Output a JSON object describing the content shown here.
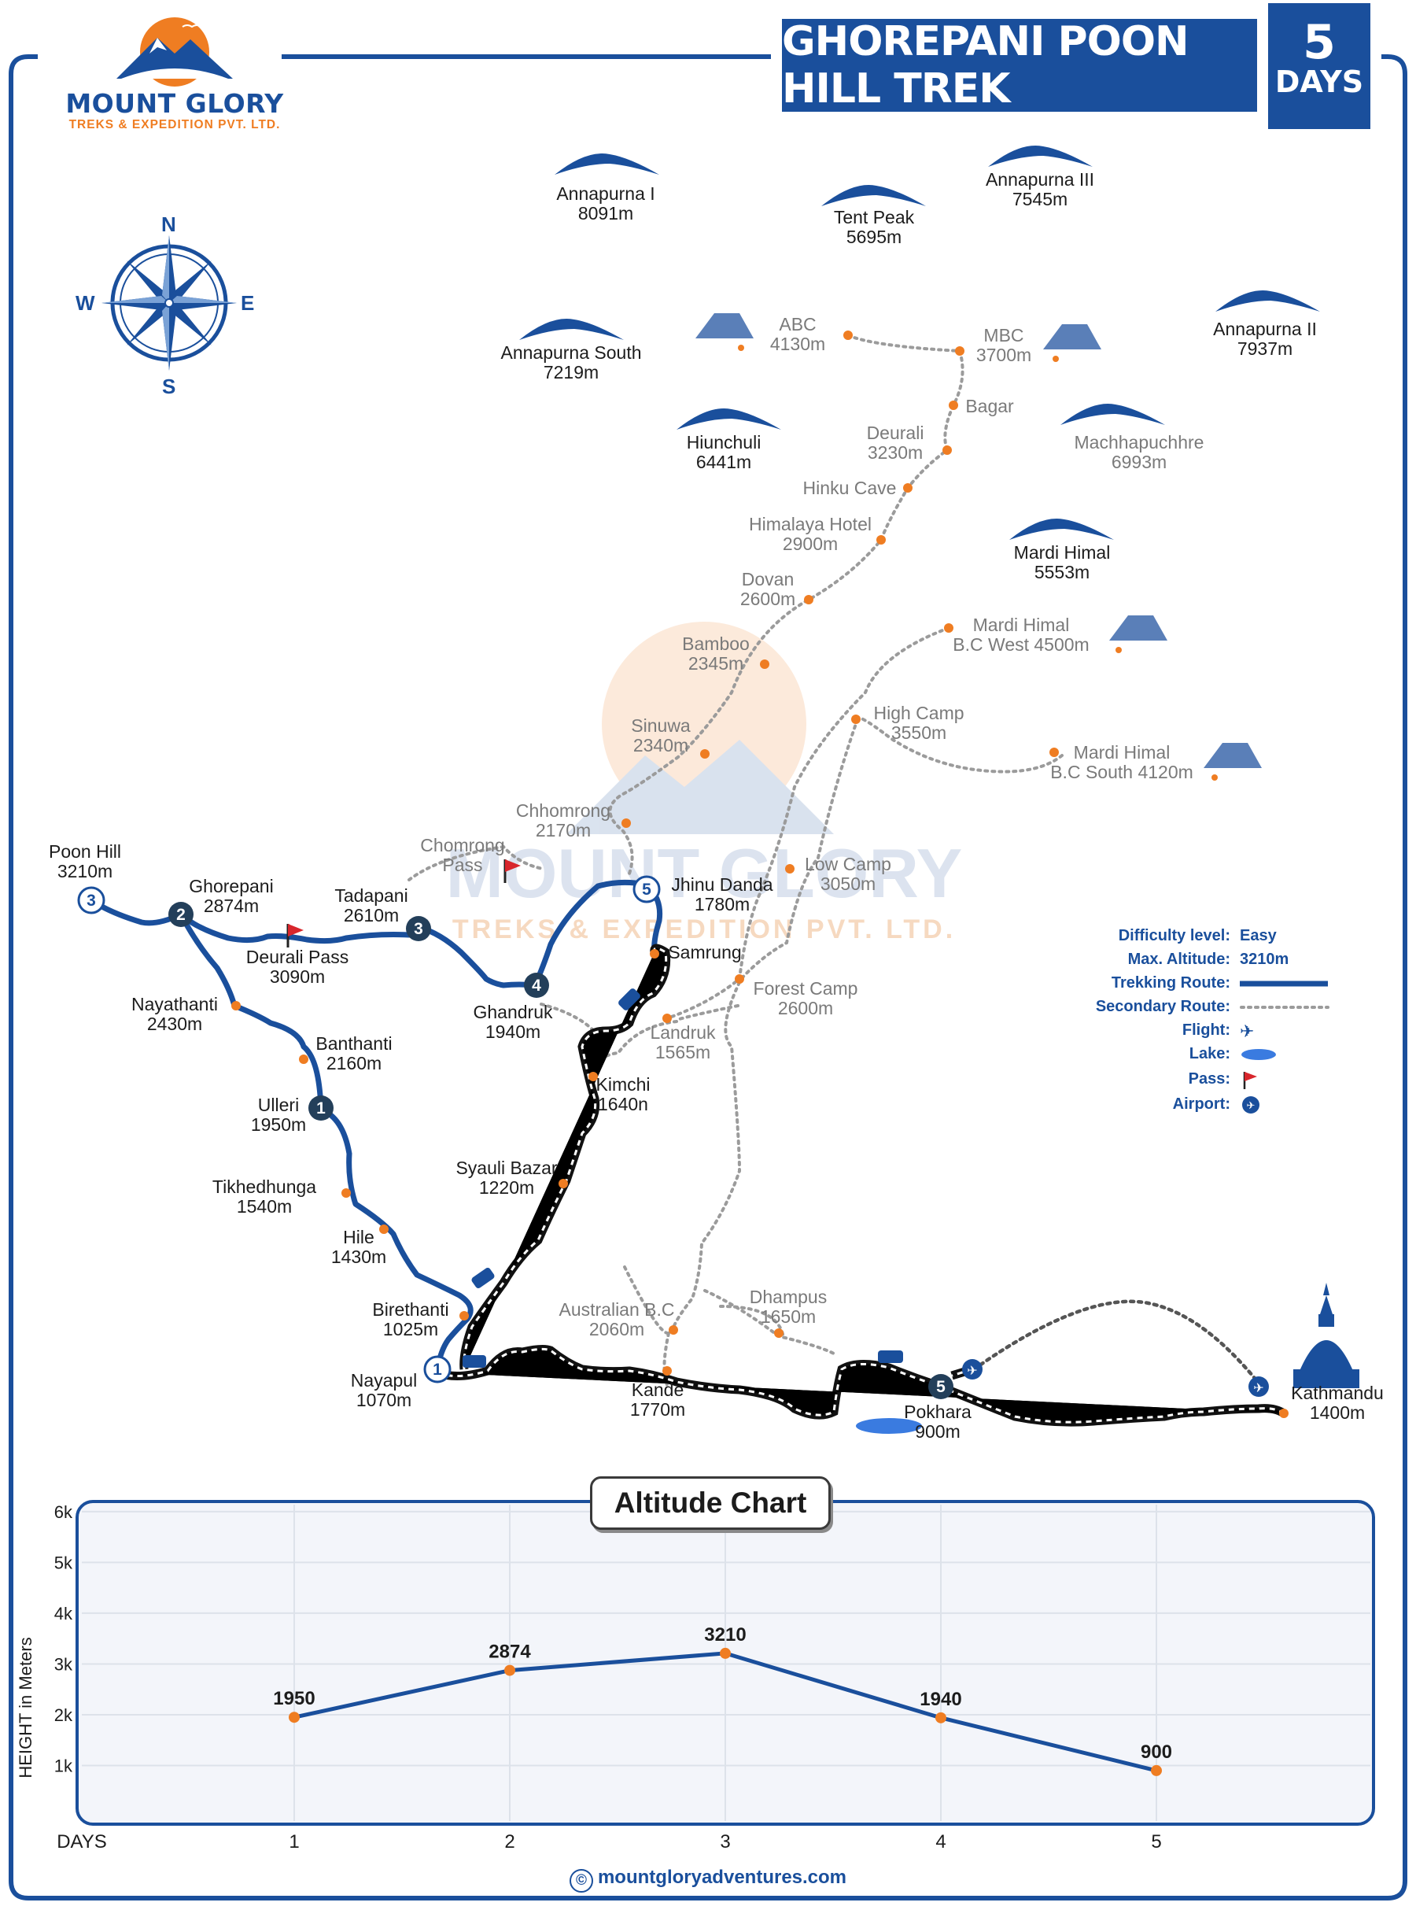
{
  "header": {
    "brand": "MOUNT GLORY",
    "brand_sub": "TREKS & EXPEDITION PVT. LTD.",
    "title": "GHOREPANI POON HILL TREK",
    "days_number": "5",
    "days_label": "DAYS"
  },
  "compass": {
    "n": "N",
    "e": "E",
    "s": "S",
    "w": "W"
  },
  "watermark": {
    "line1": "MOUNT GLORY",
    "line2": "TREKS & EXPEDITION PVT. LTD."
  },
  "mountains": [
    {
      "name": "Annapurna I",
      "alt": "8091m"
    },
    {
      "name": "Tent Peak",
      "alt": "5695m"
    },
    {
      "name": "Annapurna III",
      "alt": "7545m"
    },
    {
      "name": "Annapurna South",
      "alt": "7219m"
    },
    {
      "name": "Annapurna II",
      "alt": "7937m"
    },
    {
      "name": "Hiunchuli",
      "alt": "6441m"
    },
    {
      "name": "Machhapuchhre",
      "alt": "6993m"
    },
    {
      "name": "Mardi Himal",
      "alt": "5553m"
    }
  ],
  "trek_places": [
    {
      "name": "Poon Hill",
      "alt": "3210m"
    },
    {
      "name": "Ghorepani",
      "alt": "2874m"
    },
    {
      "name": "Deurali Pass",
      "alt": "3090m"
    },
    {
      "name": "Tadapani",
      "alt": "2610m"
    },
    {
      "name": "Ghandruk",
      "alt": "1940m"
    },
    {
      "name": "Jhinu Danda",
      "alt": "1780m"
    },
    {
      "name": "Samrung",
      "alt": ""
    },
    {
      "name": "Kimchi",
      "alt": "1640n"
    },
    {
      "name": "Syauli Bazar",
      "alt": "1220m"
    },
    {
      "name": "Nayathanti",
      "alt": "2430m"
    },
    {
      "name": "Banthanti",
      "alt": "2160m"
    },
    {
      "name": "Ulleri",
      "alt": "1950m"
    },
    {
      "name": "Tikhedhunga",
      "alt": "1540m"
    },
    {
      "name": "Hile",
      "alt": "1430m"
    },
    {
      "name": "Birethanti",
      "alt": "1025m"
    },
    {
      "name": "Nayapul",
      "alt": "1070m"
    },
    {
      "name": "Kande",
      "alt": "1770m"
    },
    {
      "name": "Pokhara",
      "alt": "900m"
    },
    {
      "name": "Kathmandu",
      "alt": "1400m"
    }
  ],
  "other_places": [
    {
      "name": "ABC",
      "alt": "4130m"
    },
    {
      "name": "MBC",
      "alt": "3700m"
    },
    {
      "name": "Bagar",
      "alt": ""
    },
    {
      "name": "Deurali",
      "alt": "3230m"
    },
    {
      "name": "Hinku Cave",
      "alt": ""
    },
    {
      "name": "Himalaya Hotel",
      "alt": "2900m"
    },
    {
      "name": "Dovan",
      "alt": "2600m"
    },
    {
      "name": "Bamboo",
      "alt": "2345m"
    },
    {
      "name": "Sinuwa",
      "alt": "2340m"
    },
    {
      "name": "Chhomrong",
      "alt": "2170m"
    },
    {
      "name": "Chomrong",
      "alt": "Pass"
    },
    {
      "name": "Mardi Himal",
      "alt": "B.C West 4500m"
    },
    {
      "name": "High Camp",
      "alt": "3550m"
    },
    {
      "name": "Mardi Himal",
      "alt": "B.C South 4120m"
    },
    {
      "name": "Low Camp",
      "alt": "3050m"
    },
    {
      "name": "Forest Camp",
      "alt": "2600m"
    },
    {
      "name": "Landruk",
      "alt": "1565m"
    },
    {
      "name": "Australian B.C",
      "alt": "2060m"
    },
    {
      "name": "Dhampus",
      "alt": "1650m"
    }
  ],
  "day_markers": [
    "3",
    "2",
    "3",
    "4",
    "5",
    "1",
    "1",
    "5"
  ],
  "legend": [
    {
      "key": "Difficulty level:",
      "value": "Easy"
    },
    {
      "key": "Max. Altitude:",
      "value": "3210m"
    },
    {
      "key": "Trekking Route:",
      "value": ""
    },
    {
      "key": "Secondary Route:",
      "value": ""
    },
    {
      "key": "Flight:",
      "value": ""
    },
    {
      "key": "Lake:",
      "value": ""
    },
    {
      "key": "Pass:",
      "value": ""
    },
    {
      "key": "Airport:",
      "value": ""
    }
  ],
  "colors": {
    "primary": "#1a4f9c",
    "accent": "#ef7d22",
    "secondary_route": "#9b9b9b",
    "pass_flag": "#d8262c",
    "chart_bg": "#f3f5fa"
  },
  "chart_data": {
    "type": "line",
    "title": "Altitude Chart",
    "xlabel": "DAYS",
    "ylabel": "HEIGHT in Meters",
    "x": [
      1,
      2,
      3,
      4,
      5
    ],
    "values": [
      1950,
      2874,
      3210,
      1940,
      900
    ],
    "y_ticks": [
      "1k",
      "2k",
      "3k",
      "4k",
      "5k",
      "6k"
    ],
    "ylim": [
      0,
      6200
    ],
    "grid": true
  },
  "footer": {
    "copyright": "©",
    "site": "mountgloryadventures.com"
  }
}
